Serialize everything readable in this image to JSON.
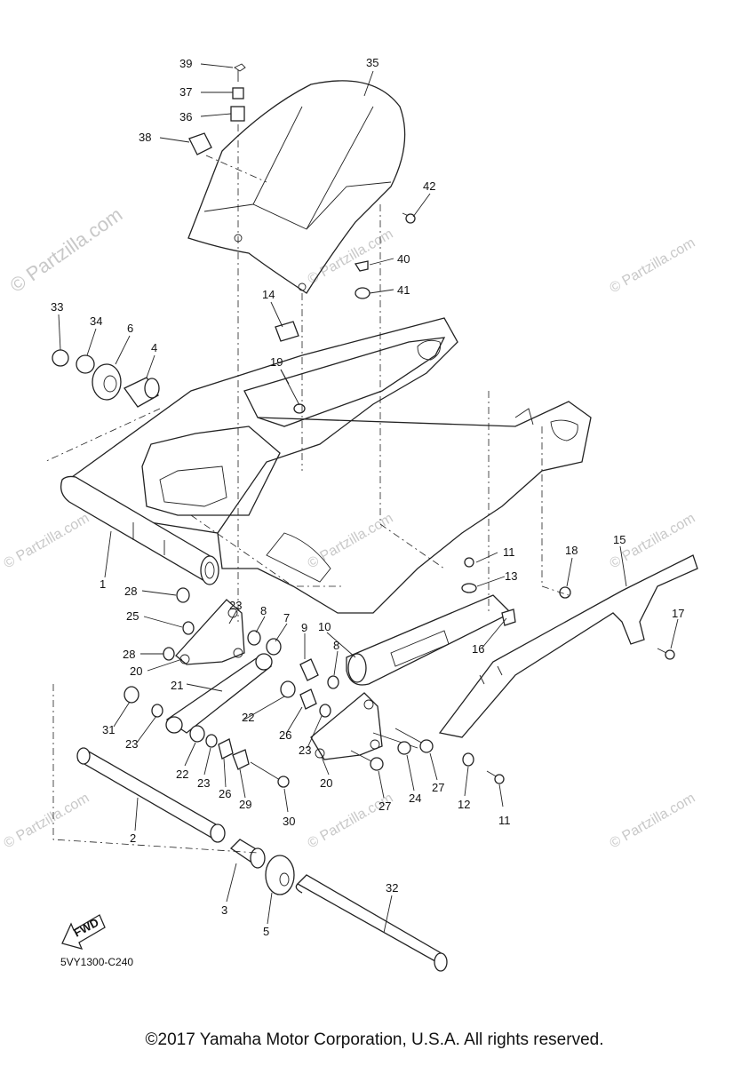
{
  "diagram": {
    "code": "5VY1300-C240",
    "fwd_label": "FWD",
    "copyright": "©2017 Yamaha Motor Corporation, U.S.A. All rights reserved.",
    "watermark": "© Partzilla.com",
    "callouts": [
      "39",
      "37",
      "36",
      "38",
      "35",
      "42",
      "40",
      "41",
      "33",
      "34",
      "6",
      "4",
      "14",
      "19",
      "1",
      "28",
      "25",
      "28",
      "20",
      "23",
      "8",
      "7",
      "9",
      "10",
      "8",
      "11",
      "13",
      "18",
      "15",
      "17",
      "16",
      "21",
      "22",
      "26",
      "23",
      "31",
      "23",
      "22",
      "23",
      "26",
      "29",
      "30",
      "20",
      "27",
      "24",
      "27",
      "12",
      "11",
      "2",
      "3",
      "5",
      "32"
    ]
  }
}
